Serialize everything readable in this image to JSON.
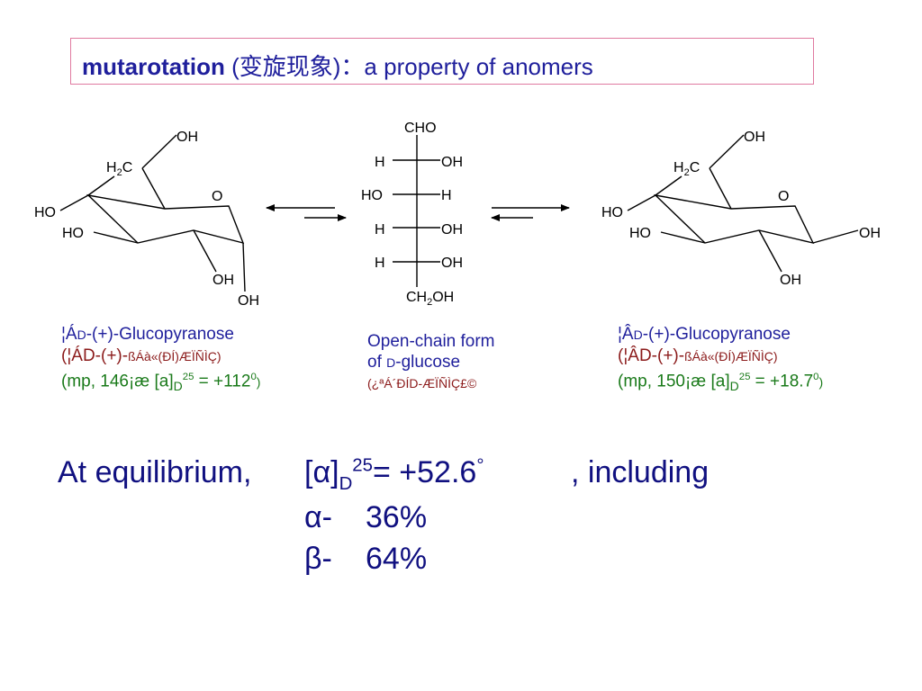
{
  "title": {
    "bold": "mutarotation",
    "rest": " (变旋现象)：a property of anomers"
  },
  "structures": {
    "alpha_labels": {
      "oh_ch2": "OH",
      "h2c": "H2C",
      "ring_o": "O",
      "ho1": "HO",
      "ho2": "HO",
      "oh_c2": "OH",
      "oh_c1": "OH"
    },
    "beta_labels": {
      "oh_ch2": "OH",
      "h2c": "H2C",
      "ring_o": "O",
      "ho1": "HO",
      "ho2": "HO",
      "oh_c1": "OH",
      "oh_c2": "OH"
    },
    "fischer": {
      "top": "CHO",
      "rows": [
        {
          "left": "H",
          "right": "OH"
        },
        {
          "left": "HO",
          "right": "H"
        },
        {
          "left": "H",
          "right": "OH"
        },
        {
          "left": "H",
          "right": "OH"
        }
      ],
      "bottom": "CH2OH"
    }
  },
  "captions": {
    "alpha": {
      "line1_prefix": "¦Á",
      "line1_d": "D",
      "line1_rest": "-(+)-Glucopyranose",
      "line2_a": "(¦Á",
      "line2_b": "D-(+)-",
      "line2_c": "ßÁ",
      "line2_d": "à«(ÐÍ)ÆÏÑÌÇ)",
      "line3_a": "(mp, 146¡æ  [a]",
      "line3_sub": "D",
      "line3_sup": "25",
      "line3_b": " = +112",
      "line3_c": "0",
      "line3_d": ")"
    },
    "open": {
      "line1": "Open-chain form",
      "line2_a": "of ",
      "line2_d": "D",
      "line2_b": "-glucose",
      "line3": "(¿ªÁ´ÐÍD-ÆÏÑÌÇ£©"
    },
    "beta": {
      "line1_prefix": "¦Â",
      "line1_d": "D",
      "line1_rest": "-(+)-Glucopyranose",
      "line2_a": "(¦Â",
      "line2_b": "D-(+)-",
      "line2_c": "ßÁ",
      "line2_d": "à«(ÐÍ)ÆÏÑÌÇ)",
      "line3_a": "(mp, 150¡æ  [a]",
      "line3_sub": "D",
      "line3_sup": "25",
      "line3_b": " = +18.7",
      "line3_c": "0",
      "line3_d": ")"
    }
  },
  "equilibrium": {
    "lead": "At equilibrium,",
    "rot_a": "[α]",
    "rot_sub": "D",
    "rot_sup": "25",
    "rot_val": "= +52.6",
    "rot_deg": "°",
    "including": ", including",
    "alpha_label": "α-",
    "alpha_pct": "36%",
    "beta_label": "β-",
    "beta_pct": "64%"
  }
}
